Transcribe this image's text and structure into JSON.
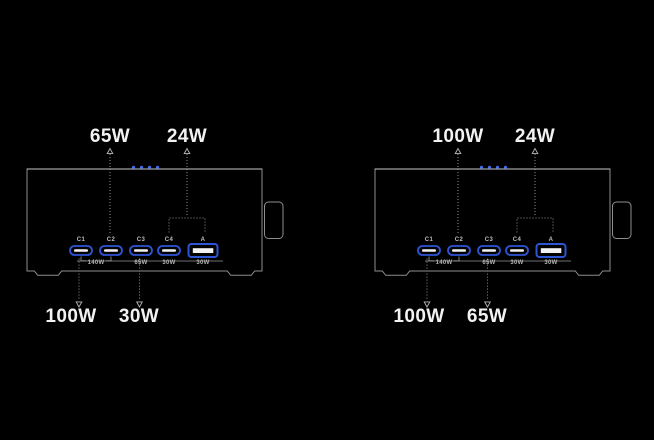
{
  "colors": {
    "background": "#000000",
    "port_blue": "#2e55d6",
    "led_blue": "#3f6ce8",
    "outline_grey": "#8e8e8e",
    "callout_white": "#f2f2f2",
    "small_label_grey": "#b3b3b3"
  },
  "devices": [
    {
      "side": "left",
      "ports": [
        {
          "id": "C1",
          "type": "usb-c"
        },
        {
          "id": "C2",
          "type": "usb-c"
        },
        {
          "id": "C3",
          "type": "usb-c"
        },
        {
          "id": "C4",
          "type": "usb-c"
        },
        {
          "id": "A",
          "type": "usb-a"
        }
      ],
      "port_power_labels": {
        "c1_c2_shared": "140W",
        "c3": "65W",
        "c4": "30W",
        "a": "30W"
      },
      "callouts": {
        "top_c2": "65W",
        "top_c4_a": "24W",
        "bottom_c1": "100W",
        "bottom_c3": "30W"
      }
    },
    {
      "side": "right",
      "ports": [
        {
          "id": "C1",
          "type": "usb-c"
        },
        {
          "id": "C2",
          "type": "usb-c"
        },
        {
          "id": "C3",
          "type": "usb-c"
        },
        {
          "id": "C4",
          "type": "usb-c"
        },
        {
          "id": "A",
          "type": "usb-a"
        }
      ],
      "port_power_labels": {
        "c1_c2_shared": "140W",
        "c3": "65W",
        "c4": "30W",
        "a": "30W"
      },
      "callouts": {
        "top_c2": "100W",
        "top_c4_a": "24W",
        "bottom_c1": "100W",
        "bottom_c3": "65W"
      }
    }
  ]
}
